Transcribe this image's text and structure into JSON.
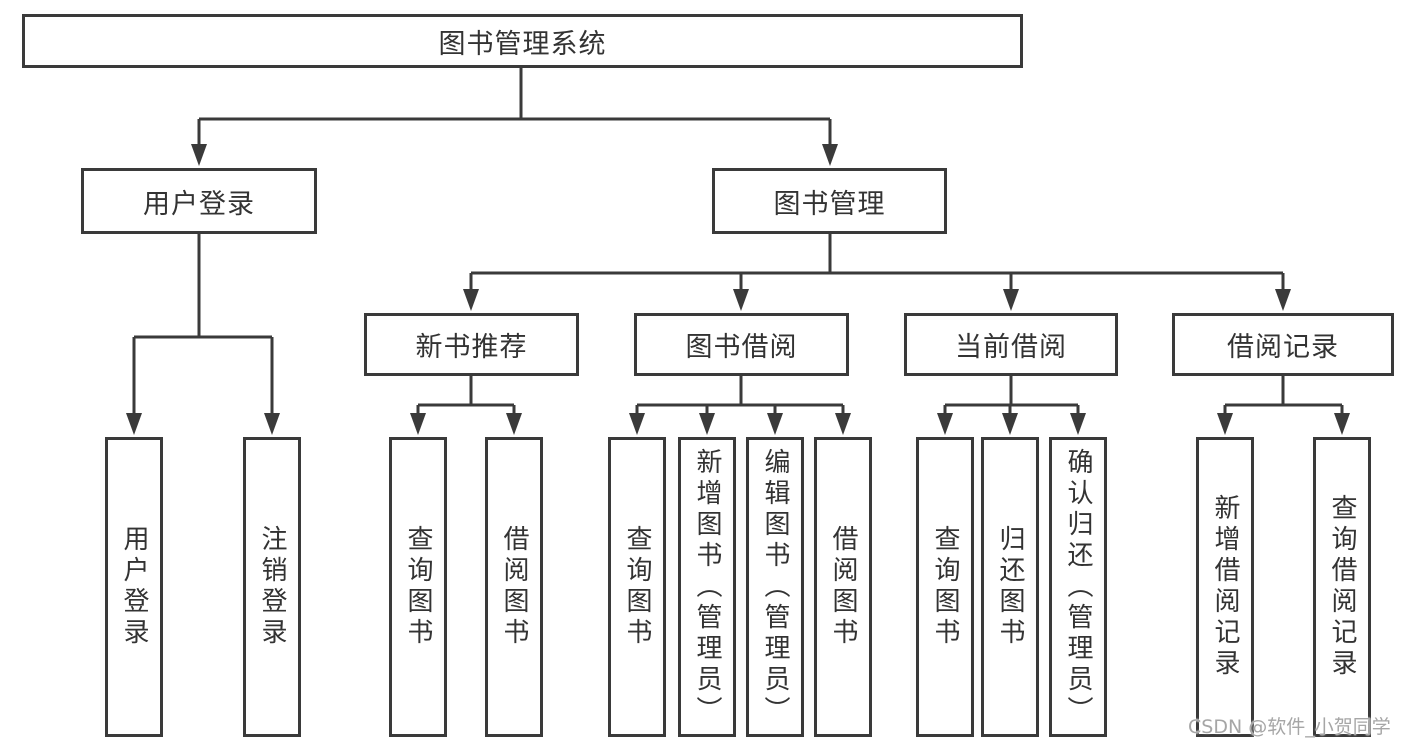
{
  "diagram": {
    "title": "图书管理系统",
    "root": {
      "label": "图书管理系统"
    },
    "branches": [
      {
        "label": "用户登录",
        "leaves": [
          {
            "label": "用户登录"
          },
          {
            "label": "注销登录"
          }
        ]
      },
      {
        "label": "图书管理",
        "groups": [
          {
            "label": "新书推荐",
            "leaves": [
              {
                "label": "查询图书"
              },
              {
                "label": "借阅图书"
              }
            ]
          },
          {
            "label": "图书借阅",
            "leaves": [
              {
                "label": "查询图书"
              },
              {
                "label": "新增图书（管理员）"
              },
              {
                "label": "编辑图书（管理员）"
              },
              {
                "label": "借阅图书"
              }
            ]
          },
          {
            "label": "当前借阅",
            "leaves": [
              {
                "label": "查询图书"
              },
              {
                "label": "归还图书"
              },
              {
                "label": "确认归还（管理员）"
              }
            ]
          },
          {
            "label": "借阅记录",
            "leaves": [
              {
                "label": "新增借阅记录"
              },
              {
                "label": "查询借阅记录"
              }
            ]
          }
        ]
      }
    ]
  },
  "watermark": {
    "text": "CSDN @软件_小贺同学"
  },
  "colors": {
    "line": "#3a3a3a",
    "text": "#333333",
    "background": "#ffffff",
    "watermark": "#a6a6a6"
  }
}
